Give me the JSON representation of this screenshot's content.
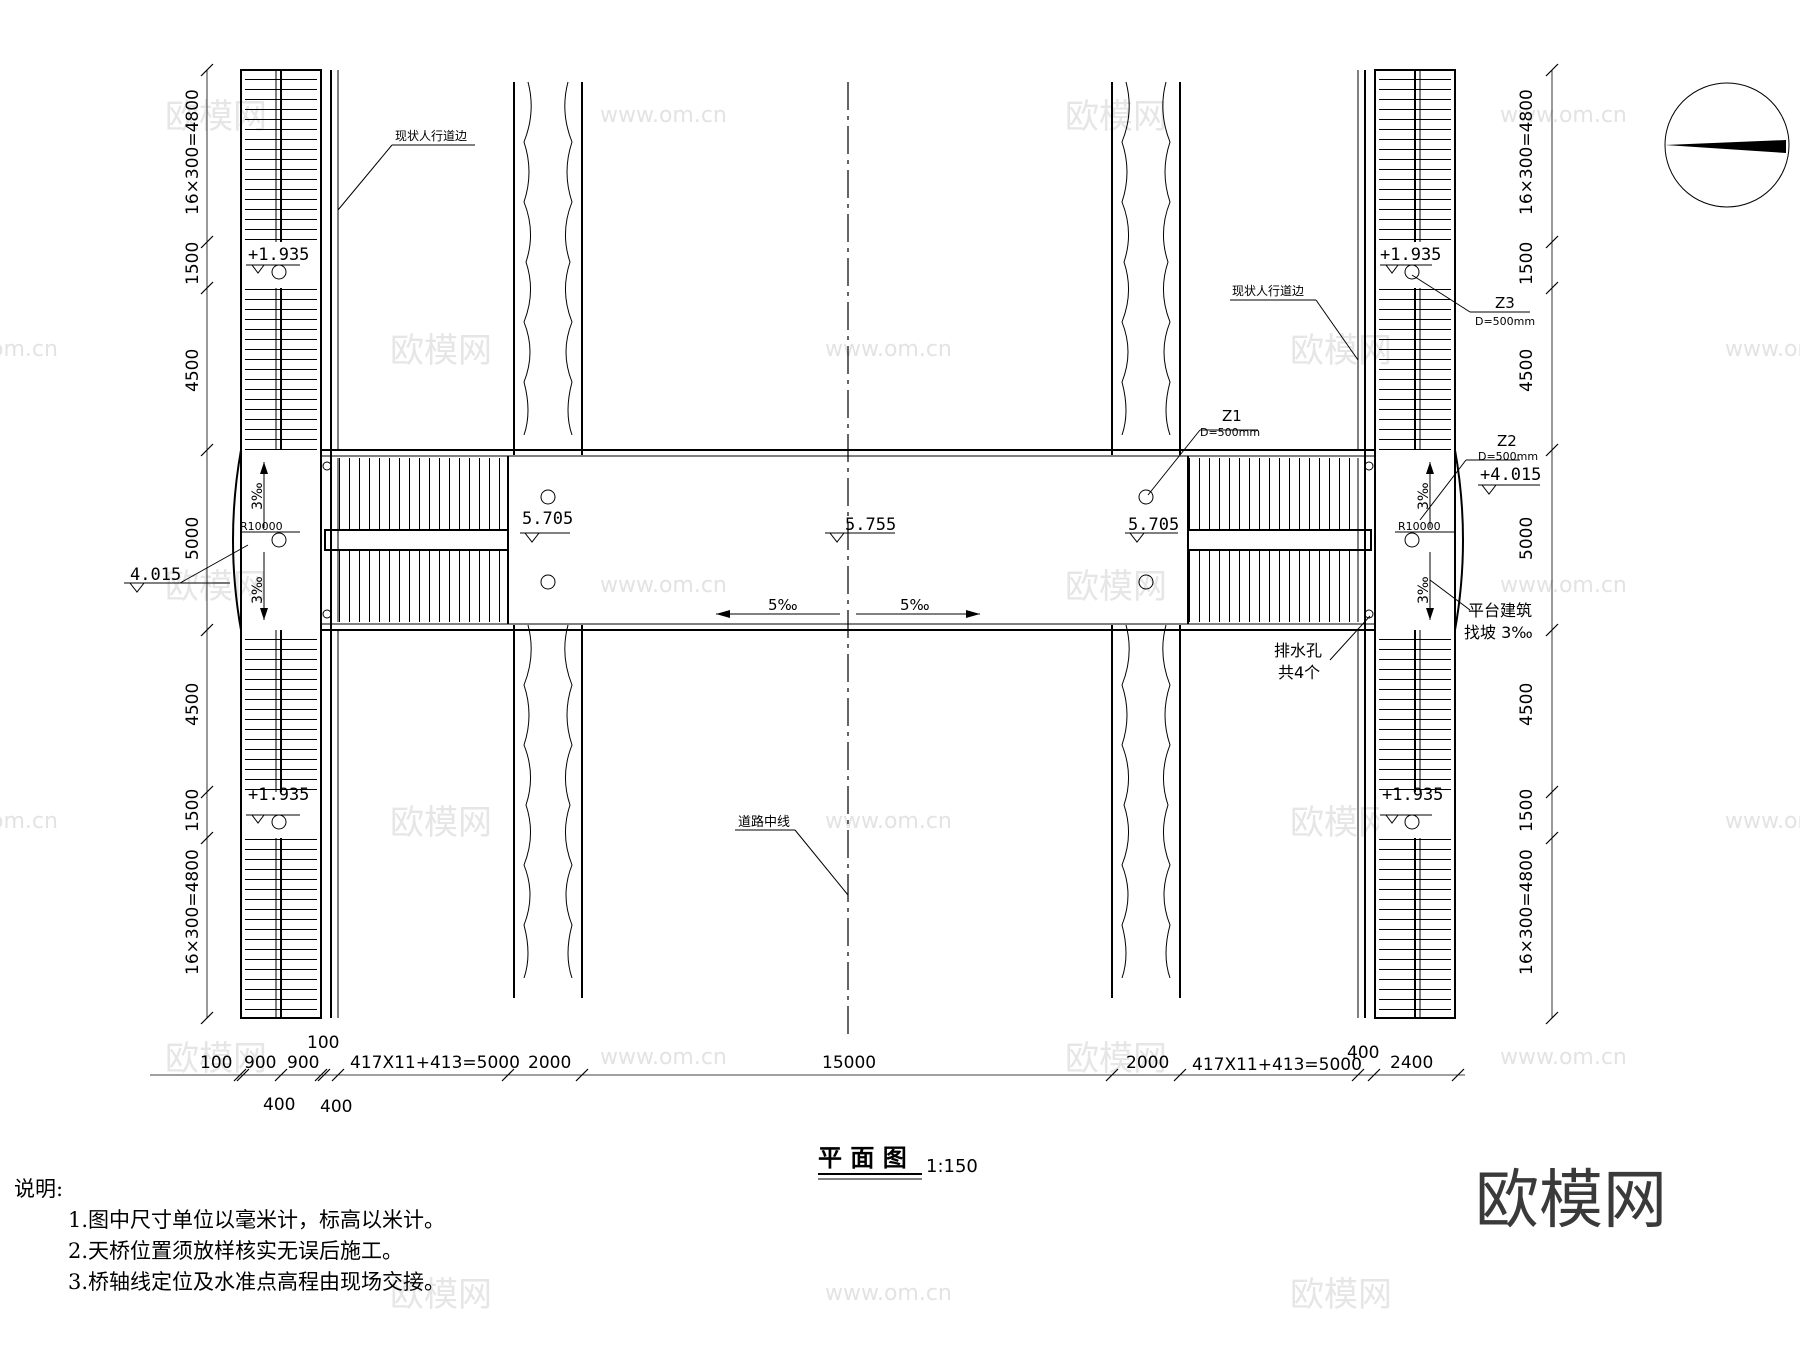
{
  "drawing": {
    "title": "平 面 图",
    "scale": "1:150"
  },
  "dimensions": {
    "left_vertical": [
      "16×300=4800",
      "1500",
      "4500",
      "5000",
      "4500",
      "1500",
      "16×300=4800"
    ],
    "right_vertical": [
      "16×300=4800",
      "1500",
      "4500",
      "5000",
      "4500",
      "1500",
      "16×300=4800"
    ],
    "bottom_row1": [
      "100",
      "900",
      "900",
      "100",
      "417X11+413=5000",
      "2000",
      "15000",
      "2000",
      "417X11+413=5000",
      "400",
      "2400"
    ],
    "bottom_row2": [
      "400",
      "400"
    ]
  },
  "elevations": {
    "stair_top_left_upper": "+1.935",
    "stair_top_left_lower": "+1.935",
    "stair_top_right_upper": "+1.935",
    "stair_top_right_lower": "+1.935",
    "landing_left": "4.015",
    "landing_right": "+4.015",
    "ramp_left": "5.705",
    "ramp_right": "5.705",
    "bridge_center": "5.755"
  },
  "labels": {
    "sidewalk_left": "现状人行道边",
    "sidewalk_right": "现状人行道边",
    "road_centerline": "道路中线",
    "column_z1": "Z1",
    "column_z1_d": "D=500mm",
    "column_z2": "Z2",
    "column_z2_d": "D=500mm",
    "column_z3": "Z3",
    "column_z3_d": "D=500mm",
    "radius_left": "R10000",
    "radius_right": "R10000",
    "slope_3_a": "3‰",
    "slope_3_b": "3‰",
    "slope_3_c": "3‰",
    "slope_3_d": "3‰",
    "slope_5_left": "5‰",
    "slope_5_right": "5‰",
    "platform_1": "平台建筑",
    "platform_2": "找坡 3‰",
    "drain_1": "排水孔",
    "drain_2": "共4个"
  },
  "notes": {
    "heading": "说明:",
    "items": [
      "1.图中尺寸单位以毫米计，标高以米计。",
      "2.天桥位置须放样核实无误后施工。",
      "3.桥轴线定位及水准点高程由现场交接。"
    ]
  },
  "watermark": {
    "brand": "欧模网",
    "url": "www.om.cn"
  }
}
